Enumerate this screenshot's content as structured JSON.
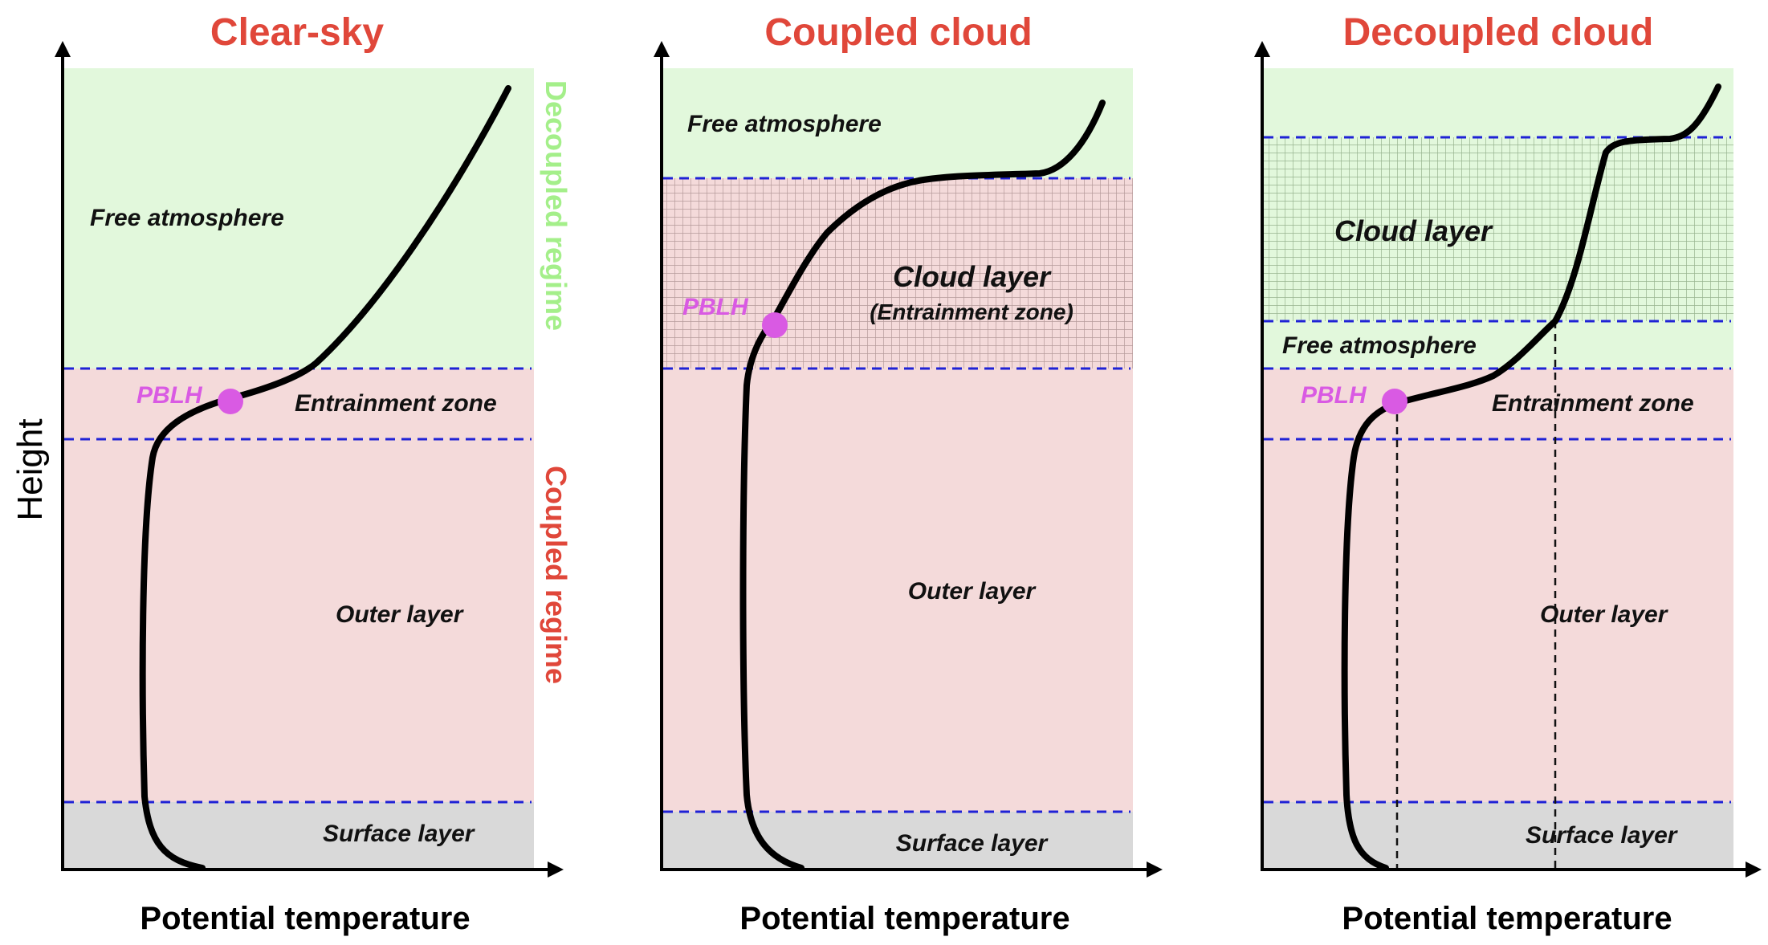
{
  "colors": {
    "title": "#e0473a",
    "free_atmosphere": "#e2f8dc",
    "boundary_layer": "#f4dada",
    "surface": "#d9d9d9",
    "cloud_grid_pink": "#b59a9a",
    "cloud_grid_green": "#97b38f",
    "dashed_boundary": "#1f22d6",
    "pblh_marker": "#d95ae3",
    "decoupled_regime": "#a4ef8a",
    "coupled_regime": "#e0473a"
  },
  "y_axis_label": "Height",
  "panels": [
    {
      "title": "Clear-sky",
      "xlabel": "Potential temperature",
      "labels": {
        "free_atmosphere": "Free atmosphere",
        "entrainment_zone": "Entrainment zone",
        "outer_layer": "Outer layer",
        "surface_layer": "Surface layer",
        "pblh": "PBLH"
      },
      "regimes": {
        "decoupled": "Decoupled regime",
        "coupled": "Coupled regime"
      }
    },
    {
      "title": "Coupled cloud",
      "xlabel": "Potential temperature",
      "labels": {
        "free_atmosphere": "Free atmosphere",
        "cloud_layer": "Cloud layer",
        "cloud_layer_sub": "(Entrainment zone)",
        "outer_layer": "Outer layer",
        "surface_layer": "Surface layer",
        "pblh": "PBLH"
      }
    },
    {
      "title": "Decoupled cloud",
      "xlabel": "Potential temperature",
      "labels": {
        "cloud_layer": "Cloud layer",
        "free_atmosphere": "Free atmosphere",
        "entrainment_zone": "Entrainment zone",
        "outer_layer": "Outer layer",
        "surface_layer": "Surface layer",
        "pblh": "PBLH"
      }
    }
  ]
}
